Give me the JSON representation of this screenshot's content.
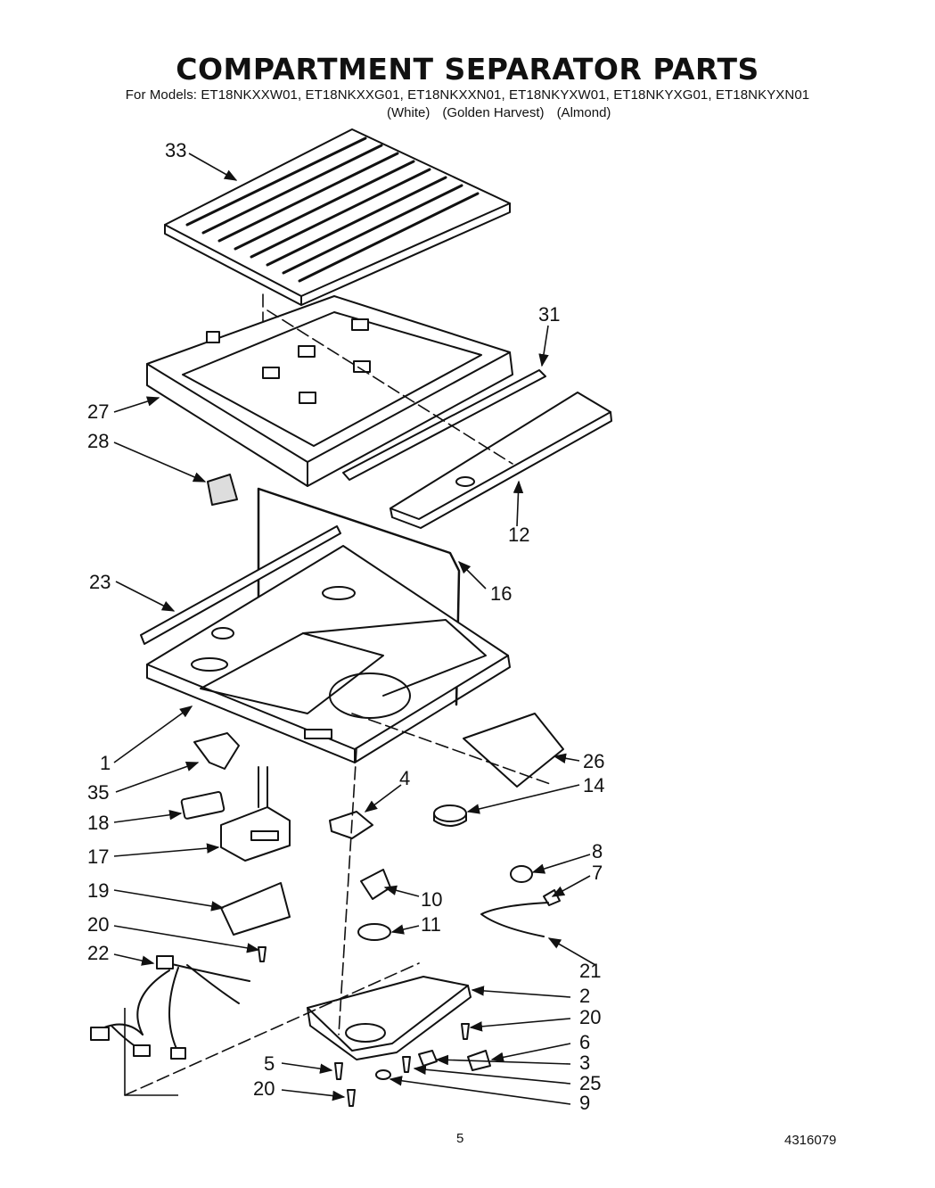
{
  "header": {
    "title": "COMPARTMENT SEPARATOR PARTS",
    "models_line": "For Models: ET18NKXXW01, ET18NKXXG01, ET18NKXXN01, ET18NKYXW01, ET18NKYXG01,  ET18NKYXN01",
    "colors": [
      "(White)",
      "(Golden Harvest)",
      "(Almond)"
    ]
  },
  "callouts": [
    {
      "id": "c33",
      "label": "33"
    },
    {
      "id": "c31",
      "label": "31"
    },
    {
      "id": "c27",
      "label": "27"
    },
    {
      "id": "c28",
      "label": "28"
    },
    {
      "id": "c12",
      "label": "12"
    },
    {
      "id": "c23",
      "label": "23"
    },
    {
      "id": "c16",
      "label": "16"
    },
    {
      "id": "c1",
      "label": "1"
    },
    {
      "id": "c26",
      "label": "26"
    },
    {
      "id": "c35",
      "label": "35"
    },
    {
      "id": "c4",
      "label": "4"
    },
    {
      "id": "c14",
      "label": "14"
    },
    {
      "id": "c18",
      "label": "18"
    },
    {
      "id": "c17",
      "label": "17"
    },
    {
      "id": "c8",
      "label": "8"
    },
    {
      "id": "c7",
      "label": "7"
    },
    {
      "id": "c19",
      "label": "19"
    },
    {
      "id": "c10",
      "label": "10"
    },
    {
      "id": "c11",
      "label": "11"
    },
    {
      "id": "c20a",
      "label": "20"
    },
    {
      "id": "c22",
      "label": "22"
    },
    {
      "id": "c21",
      "label": "21"
    },
    {
      "id": "c2",
      "label": "2"
    },
    {
      "id": "c20b",
      "label": "20"
    },
    {
      "id": "c6",
      "label": "6"
    },
    {
      "id": "c3",
      "label": "3"
    },
    {
      "id": "c5",
      "label": "5"
    },
    {
      "id": "c25",
      "label": "25"
    },
    {
      "id": "c20c",
      "label": "20"
    },
    {
      "id": "c9",
      "label": "9"
    }
  ],
  "footer": {
    "page_number": "5",
    "document_number": "4316079"
  }
}
